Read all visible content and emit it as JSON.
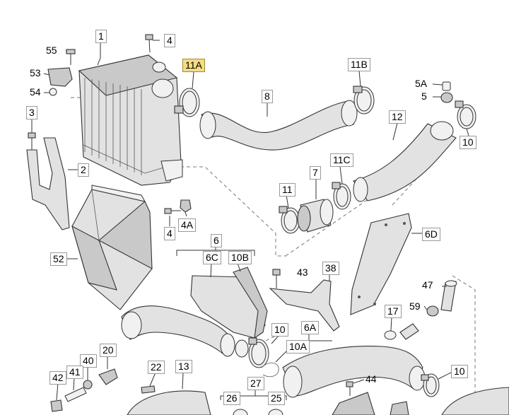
{
  "callouts": {
    "c1": "1",
    "c2": "2",
    "c3": "3",
    "c4a": "4",
    "c4b": "4",
    "c4A": "4A",
    "c5": "5",
    "c5A": "5A",
    "c6": "6",
    "c6C": "6C",
    "c6D": "6D",
    "c6A": "6A",
    "c7": "7",
    "c8": "8",
    "c10a": "10",
    "c10b": "10",
    "c10c": "10",
    "c10A": "10A",
    "c10B": "10B",
    "c11": "11",
    "c11A": "11A",
    "c11B": "11B",
    "c11C": "11C",
    "c12": "12",
    "c13": "13",
    "c17": "17",
    "c20": "20",
    "c22": "22",
    "c25": "25",
    "c26": "26",
    "c27": "27",
    "c38": "38",
    "c40": "40",
    "c41": "41",
    "c42": "42",
    "c43": "43",
    "c44": "44",
    "c47": "47",
    "c52": "52",
    "c53": "53",
    "c54": "54",
    "c55": "55",
    "c59": "59"
  },
  "colors": {
    "highlight": "#f4dc84",
    "part_fill": "#e2e2e2",
    "line": "#333333"
  }
}
